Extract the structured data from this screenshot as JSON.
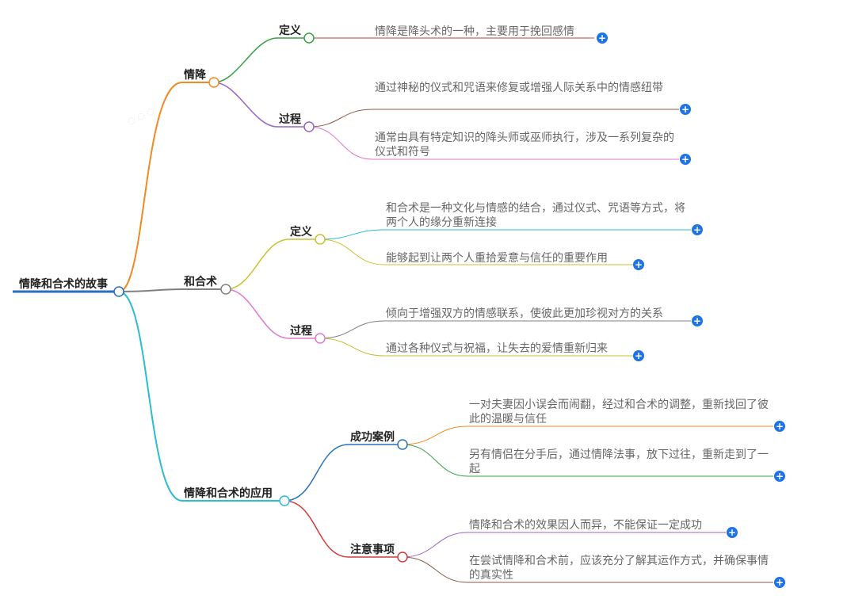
{
  "root": {
    "label": "情降和合术的故事"
  },
  "branches": {
    "qingjiang": {
      "label": "情降",
      "dingyi": {
        "label": "定义",
        "leaves": [
          "情降是降头术的一种，主要用于挽回感情"
        ]
      },
      "guocheng": {
        "label": "过程",
        "leaves": [
          "通过神秘的仪式和咒语来修复或增强人际关系中的情感纽带",
          "通常由具有特定知识的降头师或巫师执行，涉及一系列复杂的仪式和符号"
        ]
      }
    },
    "hehe": {
      "label": "和合术",
      "dingyi": {
        "label": "定义",
        "leaves": [
          "和合术是一种文化与情感的结合，通过仪式、咒语等方式，将两个人的缘分重新连接",
          "能够起到让两个人重拾爱意与信任的重要作用"
        ]
      },
      "guocheng": {
        "label": "过程",
        "leaves": [
          "倾向于增强双方的情感联系，使彼此更加珍视对方的关系",
          "通过各种仪式与祝福，让失去的爱情重新归来"
        ]
      }
    },
    "yingyong": {
      "label": "情降和合术的应用",
      "chenggong": {
        "label": "成功案例",
        "leaves": [
          "一对夫妻因小误会而闹翻，经过和合术的调整，重新找回了彼此的温暖与信任",
          "另有情侣在分手后，通过情降法事，放下过往，重新走到了一起"
        ]
      },
      "zhuyi": {
        "label": "注意事项",
        "leaves": [
          "情降和合术的效果因人而异，不能保证一定成功",
          "在尝试情降和合术前，应该充分了解其运作方式，并确保事情的真实性"
        ]
      }
    }
  },
  "expand_icon": "plus-circle-icon",
  "colors": {
    "root_line": "#2a6fbd",
    "orange": "#f08a24",
    "gray": "#808080",
    "cyan": "#2bbdd3",
    "green": "#3aa046",
    "purple": "#9b64c4",
    "olive": "#c9c030",
    "pink": "#e07acb",
    "red": "#d33a3a",
    "brown": "#8a5a4a",
    "blue": "#1f73e8"
  }
}
